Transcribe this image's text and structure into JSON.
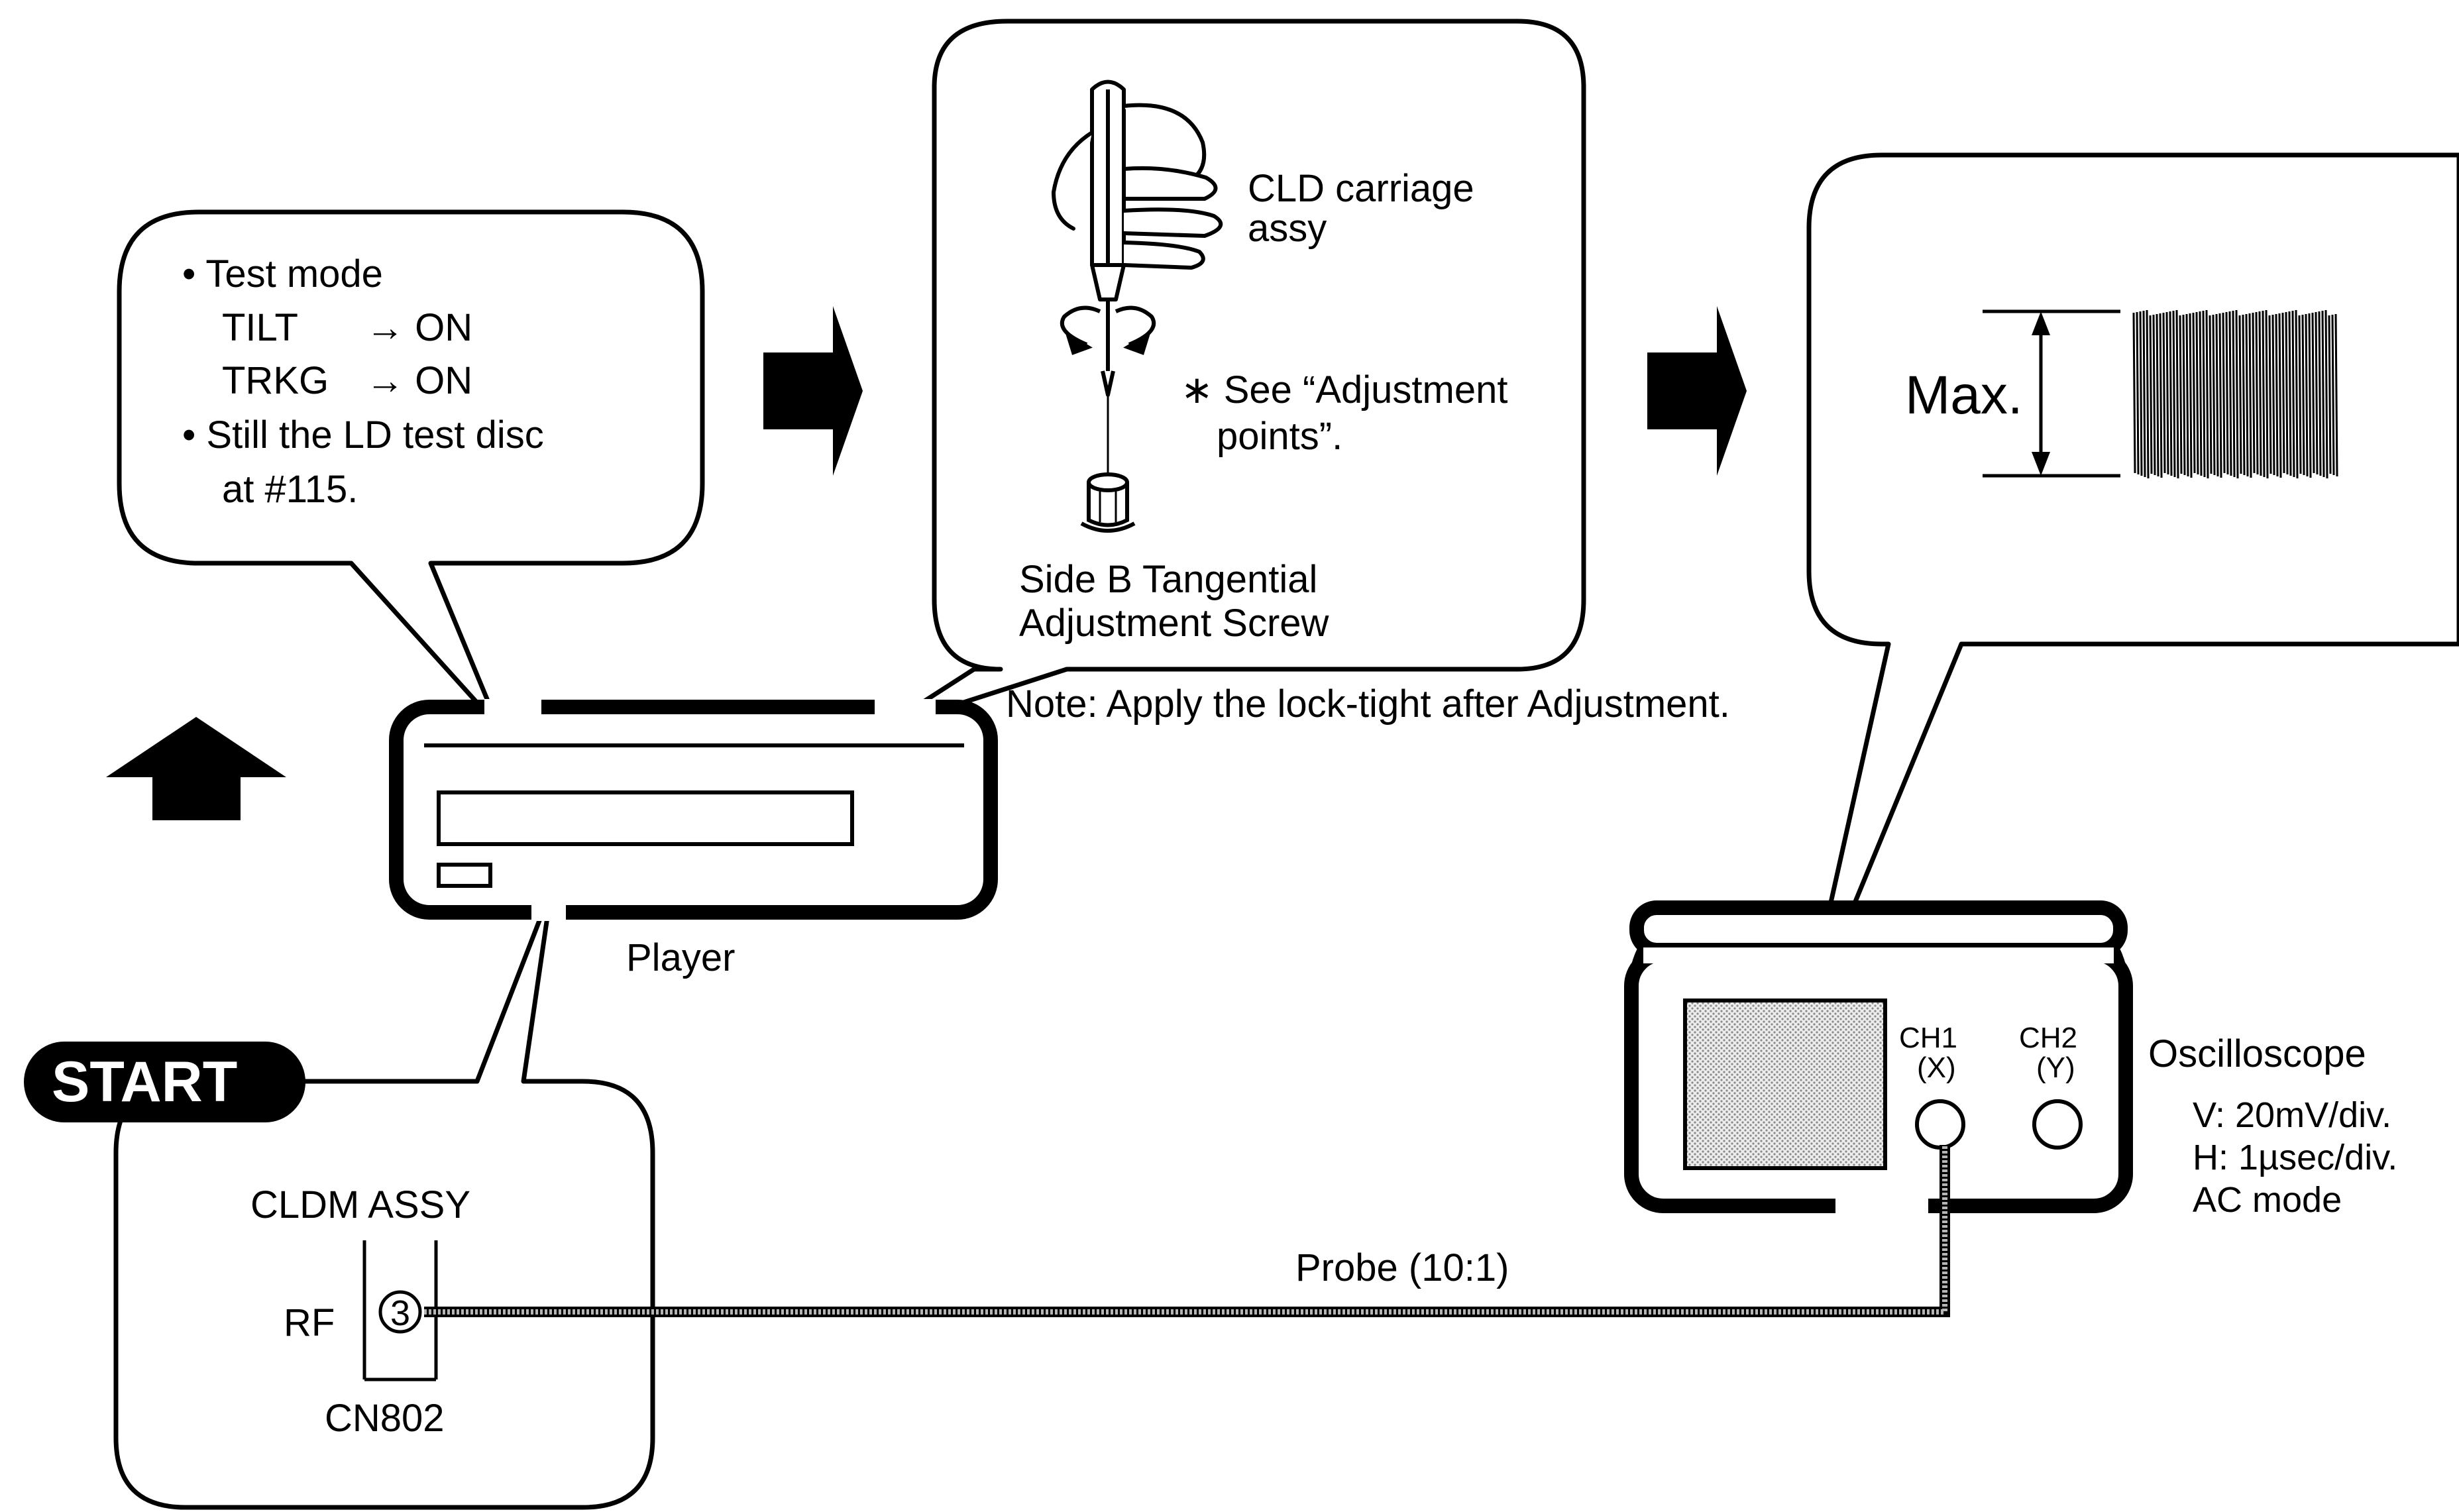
{
  "start_label": "START",
  "test_mode": {
    "line1": "• Test mode",
    "line2": "TILT",
    "line2_value": "→ ON",
    "line3": "TRKG",
    "line3_value": "→ ON",
    "line4": "• Still the LD test disc",
    "line5": "at #115."
  },
  "adjustment": {
    "carriage_label_1": "CLD carriage",
    "carriage_label_2": "assy",
    "see_note_1": "∗ See “Adjustment",
    "see_note_2": "points”.",
    "screw_label_1": "Side B Tangential",
    "screw_label_2": "Adjustment Screw",
    "locktight_note": "Note: Apply the lock-tight after Adjustment."
  },
  "waveform": {
    "max_label": "Max."
  },
  "player": {
    "label": "Player"
  },
  "connector": {
    "assy_label": "CLDM ASSY",
    "pin_label": "RF",
    "pin_number": "3",
    "connector_label": "CN802"
  },
  "probe": {
    "label": "Probe (10:1)"
  },
  "oscilloscope": {
    "title": "Oscilloscope",
    "ch1_line1": "CH1",
    "ch1_line2": "(X)",
    "ch2_line1": "CH2",
    "ch2_line2": "(Y)",
    "setting_v": "V: 20mV/div.",
    "setting_h": "H: 1µsec/div.",
    "setting_mode": "AC mode"
  },
  "colors": {
    "ink": "#000000",
    "screen_fill": "#d9d9d9",
    "probe_cable": "#9a9a9a"
  }
}
